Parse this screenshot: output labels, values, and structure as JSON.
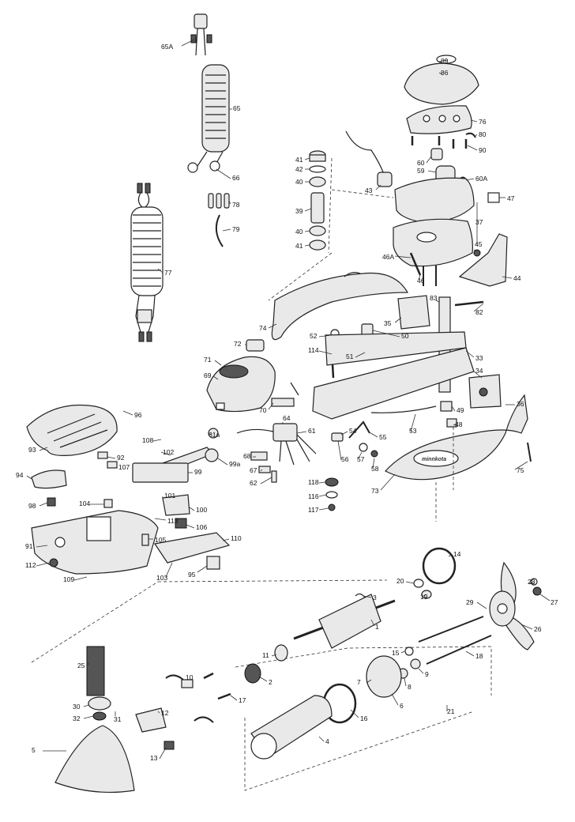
{
  "brand_text": "minnkota",
  "callouts": [
    "65A",
    "65",
    "66",
    "78",
    "79",
    "77",
    "89",
    "86",
    "76",
    "80",
    "90",
    "60",
    "59",
    "60A",
    "43",
    "47",
    "41",
    "42",
    "40",
    "39",
    "40",
    "41",
    "37",
    "45",
    "46A",
    "46",
    "44",
    "74",
    "35",
    "83",
    "82",
    "72",
    "71",
    "52",
    "50",
    "114",
    "51",
    "33",
    "69",
    "34",
    "36",
    "96",
    "70",
    "64",
    "54",
    "55",
    "49",
    "48",
    "93",
    "108",
    "102",
    "61a",
    "61",
    "53",
    "92",
    "107",
    "68",
    "99a",
    "56",
    "57",
    "58",
    "75",
    "94",
    "99",
    "67",
    "62",
    "73",
    "118",
    "116",
    "117",
    "98",
    "104",
    "101",
    "100",
    "113",
    "106",
    "91",
    "105",
    "110",
    "112",
    "103",
    "95",
    "109",
    "14",
    "3",
    "20",
    "19",
    "28",
    "27",
    "29",
    "1",
    "26",
    "25",
    "11",
    "15",
    "10",
    "2",
    "9",
    "18",
    "8",
    "30",
    "31",
    "17",
    "7",
    "12",
    "32",
    "6",
    "16",
    "21",
    "4",
    "5",
    "13"
  ]
}
